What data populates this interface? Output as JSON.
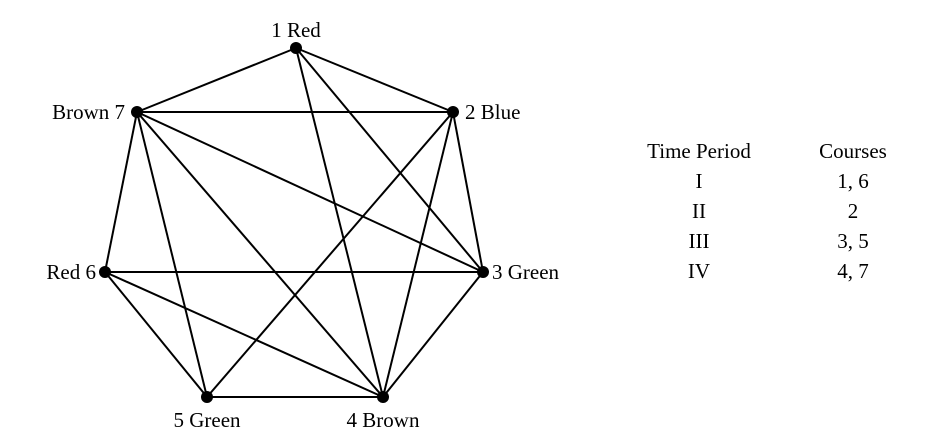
{
  "graph": {
    "vertices": [
      {
        "id": 1,
        "label": "1 Red"
      },
      {
        "id": 2,
        "label": "2 Blue"
      },
      {
        "id": 3,
        "label": "3 Green"
      },
      {
        "id": 4,
        "label": "4 Brown"
      },
      {
        "id": 5,
        "label": "5 Green"
      },
      {
        "id": 6,
        "label": "Red 6"
      },
      {
        "id": 7,
        "label": "Brown 7"
      }
    ],
    "edges": [
      [
        1,
        2
      ],
      [
        1,
        3
      ],
      [
        1,
        4
      ],
      [
        1,
        7
      ],
      [
        2,
        3
      ],
      [
        2,
        4
      ],
      [
        2,
        5
      ],
      [
        2,
        7
      ],
      [
        3,
        4
      ],
      [
        3,
        6
      ],
      [
        3,
        7
      ],
      [
        4,
        5
      ],
      [
        4,
        6
      ],
      [
        4,
        7
      ],
      [
        5,
        6
      ],
      [
        5,
        7
      ],
      [
        6,
        7
      ]
    ]
  },
  "schedule": {
    "headers": {
      "period": "Time Period",
      "courses": "Courses"
    },
    "rows": [
      {
        "period": "I",
        "courses": "1, 6"
      },
      {
        "period": "II",
        "courses": "2"
      },
      {
        "period": "III",
        "courses": "3, 5"
      },
      {
        "period": "IV",
        "courses": "4, 7"
      }
    ]
  }
}
